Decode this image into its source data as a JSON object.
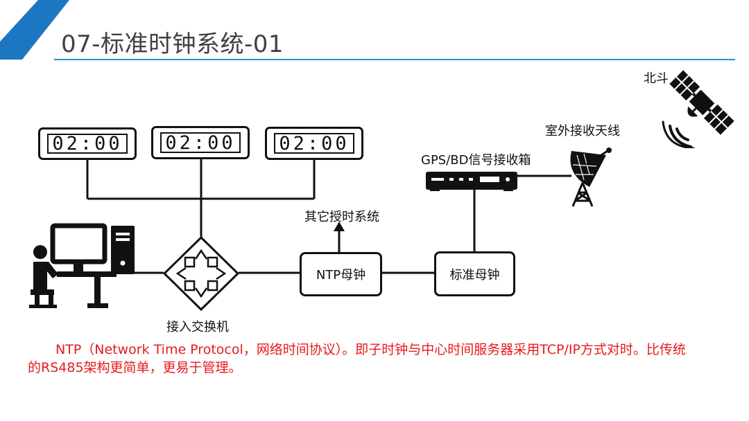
{
  "title": "07-标准时钟系统-01",
  "colors": {
    "accent": "#1c77c3",
    "rule": "#2a8fd0",
    "description": "#e8191c"
  },
  "clocks": [
    {
      "time": "02:00"
    },
    {
      "time": "02:00"
    },
    {
      "time": "02:00"
    }
  ],
  "labels": {
    "beidou": "北斗",
    "antenna": "室外接收天线",
    "receiver": "GPS/BD信号接收箱",
    "other_systems": "其它授时系统",
    "switch": "接入交换机"
  },
  "boxes": {
    "ntp_master": "NTP母钟",
    "standard_master": "标准母钟"
  },
  "icons": [
    "satellite-icon",
    "antenna-dish-icon",
    "receiver-box-icon",
    "workstation-icon",
    "switch-icon"
  ],
  "description": "NTP（Network Time Protocol，网络时间协议）。即子时钟与中心时间服务器采用TCP/IP方式对时。比传统的RS485架构更简单，更易于管理。"
}
